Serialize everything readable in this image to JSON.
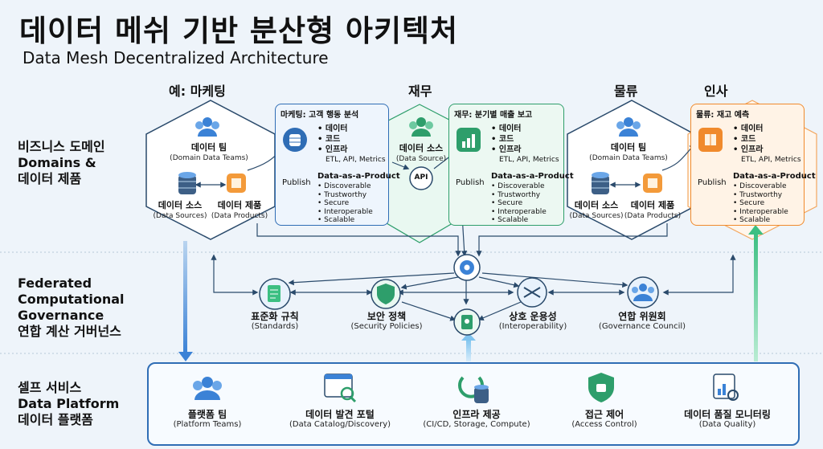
{
  "title": {
    "ko": "데이터 메쉬 기반 분산형 아키텍처",
    "en": "Data Mesh Decentralized Architecture"
  },
  "rows": {
    "domains": [
      "비즈니스 도메인",
      "Domains &",
      "데이터 제품"
    ],
    "governance": [
      "Federated",
      "Computational",
      "Governance",
      "연합 계산 거버넌스"
    ],
    "platform": [
      "셀프 서비스",
      "Data Platform",
      "데이터 플랫폼"
    ]
  },
  "domains": {
    "marketing": "예: 마케팅",
    "finance": "재무",
    "logistics": "물류",
    "hr": "인사"
  },
  "hex_nodes": {
    "data_team": {
      "ko": "데이터 팀",
      "en": "(Domain Data Teams)"
    },
    "data_sources": {
      "ko": "데이터 소스",
      "en": "(Data Sources)"
    },
    "data_products": {
      "ko": "데이터 제품",
      "en": "(Data Products)"
    },
    "finance_source": {
      "ko": "데이터 소스",
      "en": "(Data Source)"
    },
    "api": "API"
  },
  "cards": [
    {
      "title": "마케팅: 고객 행동 분석",
      "color": "#2f6db5",
      "bg": "#eef5fd"
    },
    {
      "title": "재무: 분기별 매출 보고",
      "color": "#2e9e6b",
      "bg": "#ecf8f2"
    },
    {
      "title": "물류: 재고 예측",
      "color": "#f08a2c",
      "bg": "#fff3e6"
    }
  ],
  "card_common": {
    "items": [
      "• 데이터",
      "• 코드",
      "• 인프라"
    ],
    "etl": "ETL, API, Metrics",
    "dap": "Data-as-a-Product",
    "props": [
      "• Discoverable",
      "• Trustworthy",
      "• Secure",
      "• Interoperable",
      "• Scalable"
    ],
    "publish": "Publish"
  },
  "governance": [
    {
      "ko": "표준화 규칙",
      "en": "(Standards)"
    },
    {
      "ko": "보안 정책",
      "en": "(Security Policies)"
    },
    {
      "ko": "상호 운용성",
      "en": "(Interoperability)"
    },
    {
      "ko": "연합 위원회",
      "en": "(Governance Council)"
    }
  ],
  "platform": [
    {
      "ko": "플랫폼 팀",
      "en": "(Platform Teams)"
    },
    {
      "ko": "데이터 발견 포털",
      "en": "(Data Catalog/Discovery)"
    },
    {
      "ko": "인프라 제공",
      "en": "(CI/CD, Storage, Compute)"
    },
    {
      "ko": "접근 제어",
      "en": "(Access Control)"
    },
    {
      "ko": "데이터 품질 모니터링",
      "en": "(Data Quality)"
    }
  ]
}
